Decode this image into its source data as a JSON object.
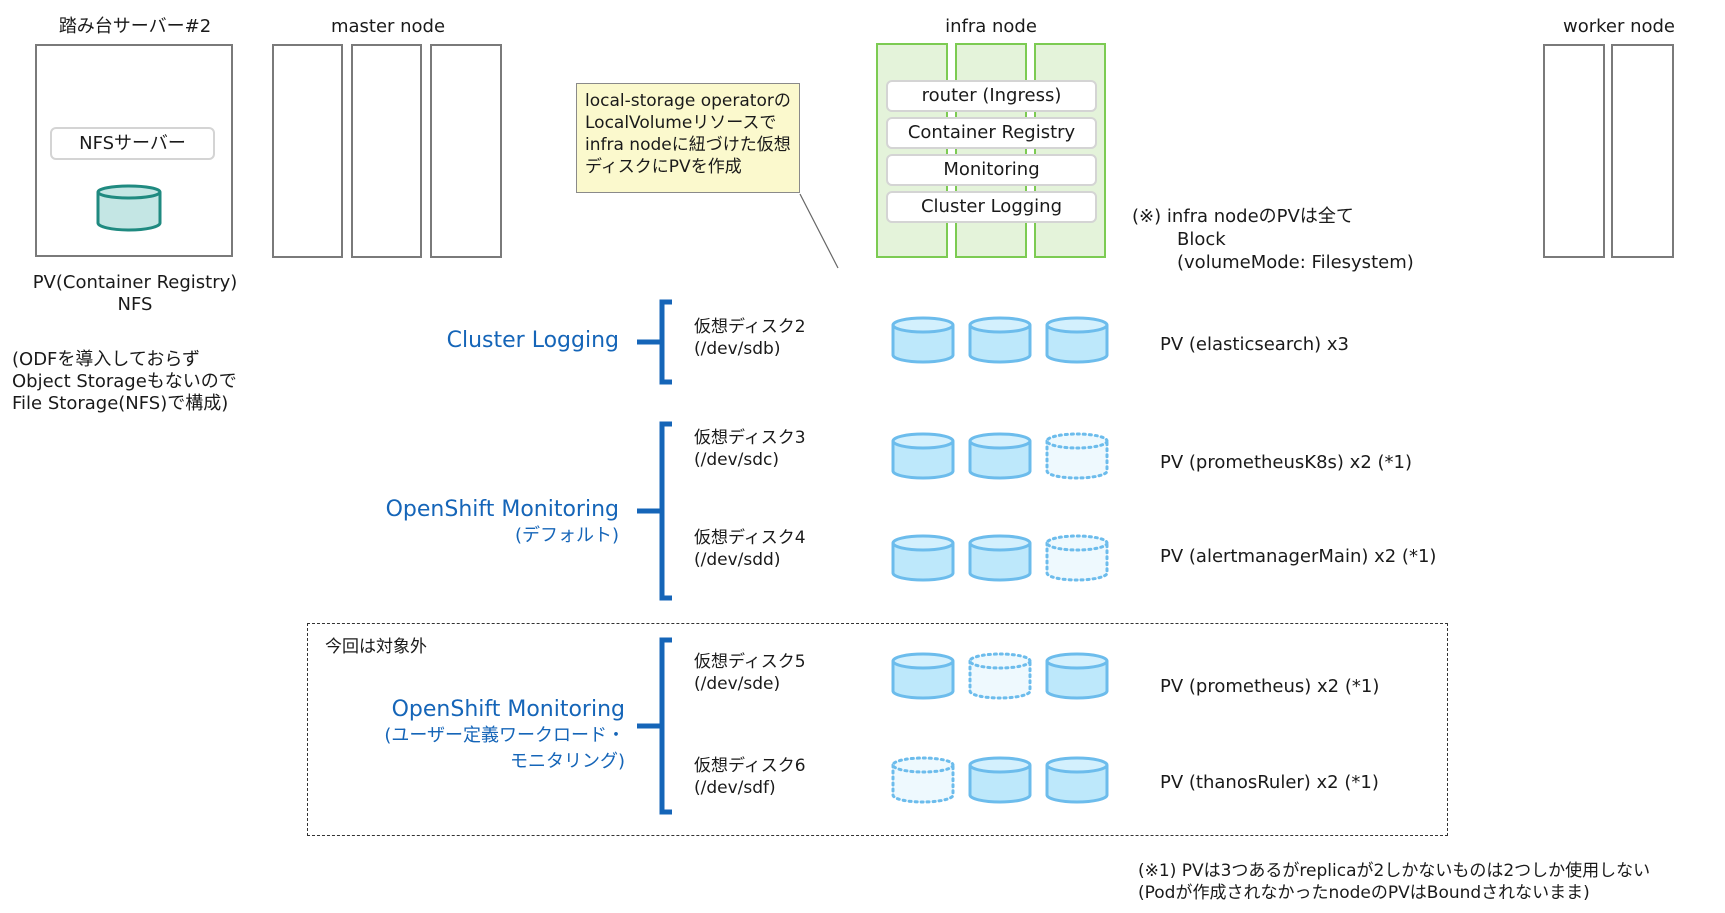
{
  "bastion": {
    "title": "踏み台サーバー#2",
    "service": "NFSサーバー",
    "pv_label": [
      "PV(Container Registry)",
      "NFS"
    ],
    "note": [
      "(ODFを導入しておらず",
      "Object Storageもないので",
      "File Storage(NFS)で構成)"
    ]
  },
  "master": {
    "title": "master node",
    "count": 3
  },
  "infra": {
    "title": "infra node",
    "count": 3,
    "services": [
      "router (Ingress)",
      "Container Registry",
      "Monitoring",
      "Cluster Logging"
    ],
    "note": [
      "(※) infra nodeのPVは全て",
      "Block",
      "(volumeMode: Filesystem)"
    ]
  },
  "worker": {
    "title": "worker node",
    "count": 2
  },
  "callout": {
    "lines": [
      "local-storage operatorの",
      "LocalVolumeリソースで",
      "infra nodeに紐づけた仮想",
      "ディスクにPVを作成"
    ]
  },
  "groups": [
    {
      "label": "Cluster Logging",
      "sub": []
    },
    {
      "label": "OpenShift Monitoring",
      "sub": [
        "(デフォルト)"
      ]
    },
    {
      "label": "OpenShift Monitoring",
      "sub": [
        "(ユーザー定義ワークロード・",
        "モニタリング)"
      ]
    }
  ],
  "disks": [
    {
      "name": "仮想ディスク2",
      "device": "(/dev/sdb)",
      "pv": "PV (elasticsearch) x3",
      "used": [
        true,
        true,
        true
      ]
    },
    {
      "name": "仮想ディスク3",
      "device": "(/dev/sdc)",
      "pv": "PV (prometheusK8s) x2 (*1)",
      "used": [
        true,
        true,
        false
      ]
    },
    {
      "name": "仮想ディスク4",
      "device": "(/dev/sdd)",
      "pv": "PV (alertmanagerMain) x2 (*1)",
      "used": [
        true,
        true,
        false
      ]
    },
    {
      "name": "仮想ディスク5",
      "device": "(/dev/sde)",
      "pv": "PV (prometheus) x2 (*1)",
      "used": [
        true,
        false,
        true
      ]
    },
    {
      "name": "仮想ディスク6",
      "device": "(/dev/sdf)",
      "pv": "PV (thanosRuler) x2 (*1)",
      "used": [
        false,
        true,
        true
      ]
    }
  ],
  "out_of_scope": {
    "label": "今回は対象外"
  },
  "footnote": [
    "(※1) PVは3つあるがreplicaが2しかないものは2つしか使用しない",
    "(Podが作成されなかったnodeのPVはBoundされないまま)"
  ],
  "colors": {
    "accent_blue": "#1565b8",
    "disk_fill": "#bde8fb",
    "disk_stroke": "#6cbcec",
    "infra_fill": "#e4f3da",
    "infra_stroke": "#7ccb52",
    "callout_fill": "#fbf9cd",
    "nfs_disk_fill": "#c4e6e4",
    "nfs_disk_stroke": "#1f8a80"
  }
}
